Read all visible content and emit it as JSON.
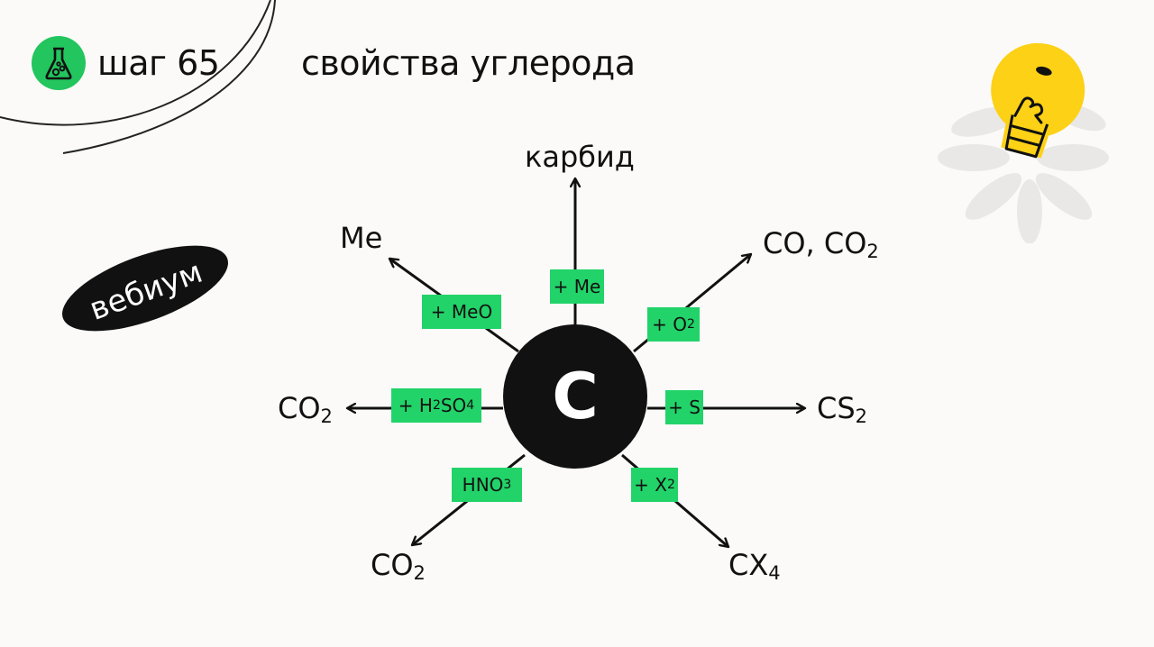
{
  "header": {
    "step_label": "шаг 65",
    "title": "свойства углерода"
  },
  "brand": {
    "name": "вебиум"
  },
  "center": {
    "symbol": "C"
  },
  "reactions": {
    "top": {
      "reagent": "+ Me",
      "product": "карбид"
    },
    "upper_left": {
      "reagent": "+ MeO",
      "product": "Me"
    },
    "upper_right": {
      "reagent_prefix": "+ O",
      "reagent_sub": "2",
      "product_prefix": "CO, CO",
      "product_sub": "2"
    },
    "left": {
      "reagent_a": "+ H",
      "reagent_a_sub": "2",
      "reagent_b": "SO",
      "reagent_b_sub": "4",
      "product_prefix": "CO",
      "product_sub": "2"
    },
    "right": {
      "reagent": "+ S",
      "product_prefix": "CS",
      "product_sub": "2"
    },
    "lower_left": {
      "reagent_prefix": "HNO",
      "reagent_sub": "3",
      "product_prefix": "CO",
      "product_sub": "2"
    },
    "lower_right": {
      "reagent_prefix": "+ X",
      "reagent_sub": "2",
      "product_prefix": "CX",
      "product_sub": "4"
    }
  },
  "colors": {
    "accent_green": "#22d369",
    "logo_green": "#22c55e",
    "node_black": "#111111",
    "bulb_yellow": "#fcd116",
    "background": "#fbfaf8"
  },
  "icons": [
    "flask-icon",
    "lightbulb-icon"
  ]
}
